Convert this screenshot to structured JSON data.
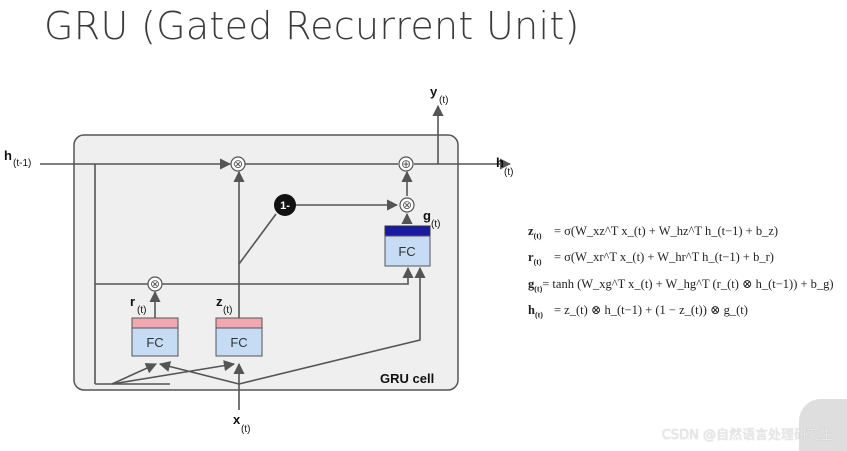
{
  "title": "GRU (Gated Recurrent Unit)",
  "diagram": {
    "cell_label": "GRU cell",
    "inputs": {
      "h_prev": {
        "base": "h",
        "sub": "(t-1)"
      },
      "x": {
        "base": "x",
        "sub": "(t)"
      }
    },
    "outputs": {
      "y": {
        "base": "y",
        "sub": "(t)"
      },
      "h": {
        "base": "h",
        "sub": "(t)"
      }
    },
    "gates": [
      {
        "name": "r",
        "sub": "(t)",
        "layer_label": "FC"
      },
      {
        "name": "z",
        "sub": "(t)",
        "layer_label": "FC"
      },
      {
        "name": "g",
        "sub": "(t)",
        "layer_label": "FC"
      }
    ],
    "one_minus_label": "1-",
    "multiply_symbol": "⊗",
    "add_symbol": "⊕"
  },
  "equations": [
    {
      "lhs": "z",
      "lhs_sub": "(t)",
      "rhs": "= σ(W_xz^T x_(t) + W_hz^T h_(t−1) + b_z)"
    },
    {
      "lhs": "r",
      "lhs_sub": "(t)",
      "rhs": "= σ(W_xr^T x_(t) + W_hr^T h_(t−1) + b_r)"
    },
    {
      "lhs": "g",
      "lhs_sub": "(t)",
      "rhs": "= tanh (W_xg^T x_(t) + W_hg^T (r_(t) ⊗ h_(t−1)) + b_g)"
    },
    {
      "lhs": "h",
      "lhs_sub": "(t)",
      "rhs": "= z_(t) ⊗ h_(t−1) + (1 − z_(t)) ⊗ g_(t)"
    }
  ],
  "watermark": "CSDN @自然语言处理研究生"
}
